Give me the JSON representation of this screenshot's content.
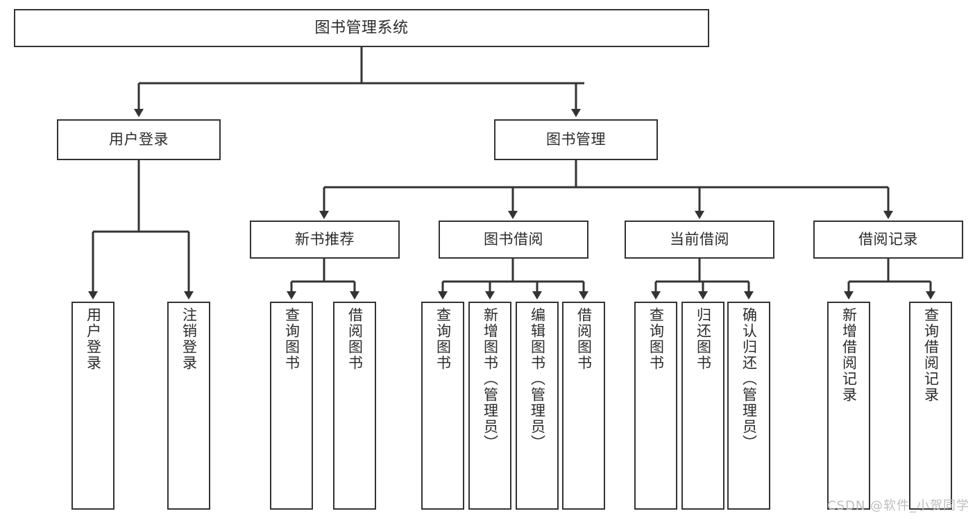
{
  "diagram": {
    "title": "图书管理系统",
    "type": "tree-hierarchy-chart",
    "root": {
      "id": "root",
      "label": "图书管理系统"
    },
    "level1": [
      {
        "id": "user-login",
        "label": "用户登录"
      },
      {
        "id": "book-manage",
        "label": "图书管理"
      }
    ],
    "level2": [
      {
        "id": "new-book-recommend",
        "label": "新书推荐",
        "parent": "book-manage"
      },
      {
        "id": "book-borrow",
        "label": "图书借阅",
        "parent": "book-manage"
      },
      {
        "id": "current-borrow",
        "label": "当前借阅",
        "parent": "book-manage"
      },
      {
        "id": "borrow-record",
        "label": "借阅记录",
        "parent": "book-manage"
      }
    ],
    "leaves": [
      {
        "id": "leaf-user-login",
        "label": "用户登录",
        "parent": "user-login"
      },
      {
        "id": "leaf-user-logout",
        "label": "注销登录",
        "parent": "user-login"
      },
      {
        "id": "leaf-query-book-1",
        "label": "查询图书",
        "parent": "new-book-recommend"
      },
      {
        "id": "leaf-borrow-book-1",
        "label": "借阅图书",
        "parent": "new-book-recommend"
      },
      {
        "id": "leaf-query-book-2",
        "label": "查询图书",
        "parent": "book-borrow"
      },
      {
        "id": "leaf-add-book",
        "label": "新增图书（管理员）",
        "parent": "book-borrow"
      },
      {
        "id": "leaf-edit-book",
        "label": "编辑图书（管理员）",
        "parent": "book-borrow"
      },
      {
        "id": "leaf-borrow-book-2",
        "label": "借阅图书",
        "parent": "book-borrow"
      },
      {
        "id": "leaf-query-book-3",
        "label": "查询图书",
        "parent": "current-borrow"
      },
      {
        "id": "leaf-return-book",
        "label": "归还图书",
        "parent": "current-borrow"
      },
      {
        "id": "leaf-confirm-return",
        "label": "确认归还（管理员）",
        "parent": "current-borrow"
      },
      {
        "id": "leaf-add-record",
        "label": "新增借阅记录",
        "parent": "borrow-record"
      },
      {
        "id": "leaf-query-record",
        "label": "查询借阅记录",
        "parent": "borrow-record"
      }
    ],
    "colors": {
      "background": "#ffffff",
      "border": "#333333",
      "text": "#2b2b2b",
      "connector": "#333333",
      "watermark": "#bdbdbd"
    }
  },
  "watermark": {
    "text": "CSDN @软件_小贺同学"
  }
}
